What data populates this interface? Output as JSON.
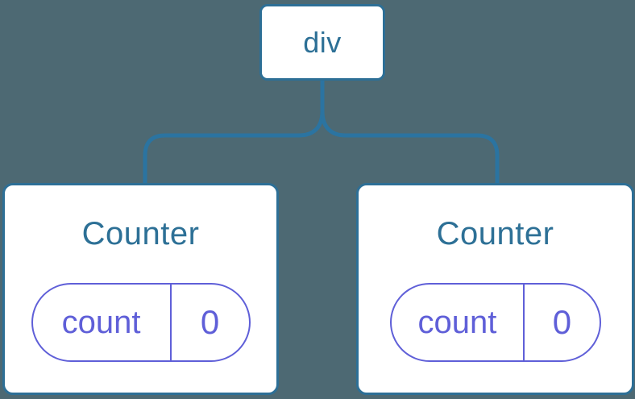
{
  "diagram": {
    "description": "Component tree: a div root element with two Counter component children, each with its own count state",
    "root": {
      "label": "div"
    },
    "children": [
      {
        "label": "Counter",
        "state": {
          "key": "count",
          "value": "0"
        }
      },
      {
        "label": "Counter",
        "state": {
          "key": "count",
          "value": "0"
        }
      }
    ]
  },
  "colors": {
    "background": "#4d6973",
    "node_fill": "#ffffff",
    "node_border_blue": "#2d6f96",
    "node_text_blue": "#2d7096",
    "connector_blue": "#2b74a1",
    "state_purple": "#5f5fd8"
  }
}
